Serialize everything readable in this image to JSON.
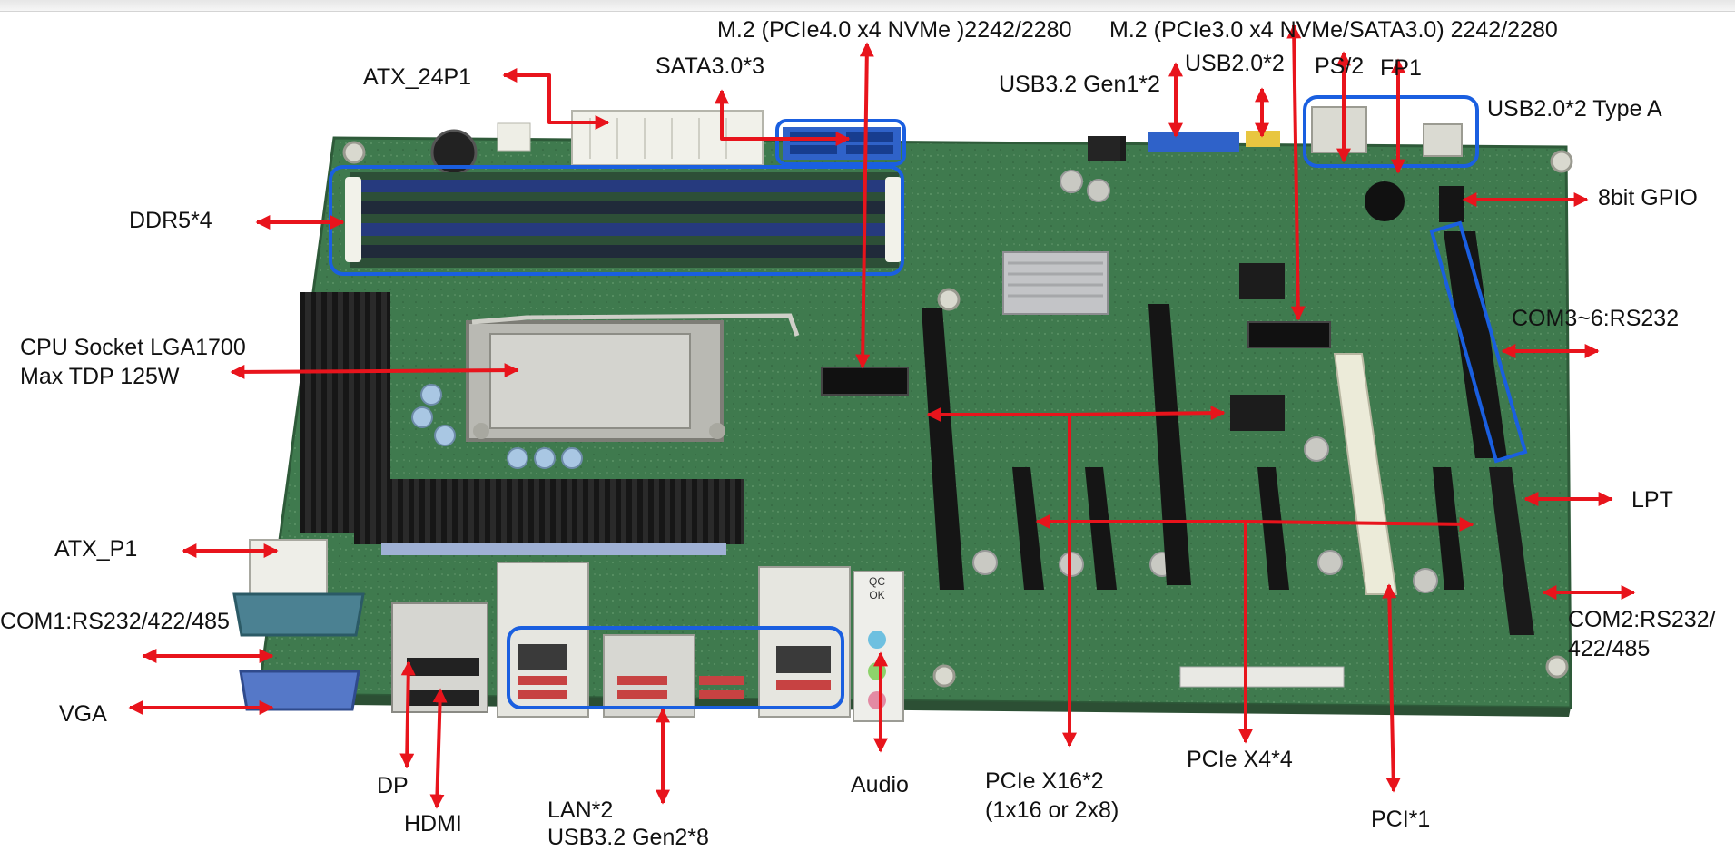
{
  "labels": {
    "m2_pcie4": "M.2 (PCIe4.0 x4 NVMe )2242/2280",
    "m2_pcie3": "M.2 (PCIe3.0 x4 NVMe/SATA3.0) 2242/2280",
    "atx_24p": "ATX_24P1",
    "sata": "SATA3.0*3",
    "usb32_gen1": "USB3.2 Gen1*2",
    "usb20": "USB2.0*2",
    "ps2": "PS/2",
    "fp1": "FP1",
    "usb20_typea": "USB2.0*2 Type A",
    "gpio": "8bit GPIO",
    "ddr5": "DDR5*4",
    "cpu_line1": "CPU Socket LGA1700",
    "cpu_line2": "Max TDP 125W",
    "com3_6": "COM3~6:RS232",
    "lpt": "LPT",
    "atx_p1": "ATX_P1",
    "com1": "COM1:RS232/422/485",
    "com2_line1": "COM2:RS232/",
    "com2_line2": "422/485",
    "vga": "VGA",
    "dp": "DP",
    "hdmi": "HDMI",
    "lan_line1": "LAN*2",
    "lan_line2": "USB3.2 Gen2*8",
    "audio": "Audio",
    "pcie_x16_line1": "PCIe X16*2",
    "pcie_x16_line2": "(1x16 or 2x8)",
    "pcie_x4": "PCIe X4*4",
    "pci": "PCI*1"
  },
  "silkscreen": {
    "qc": "QC",
    "ok": "OK"
  },
  "colors": {
    "arrow": "#e8141c",
    "highlight": "#1a5fe0",
    "pcb": "#3f7a4e",
    "label_text": "#111111"
  }
}
